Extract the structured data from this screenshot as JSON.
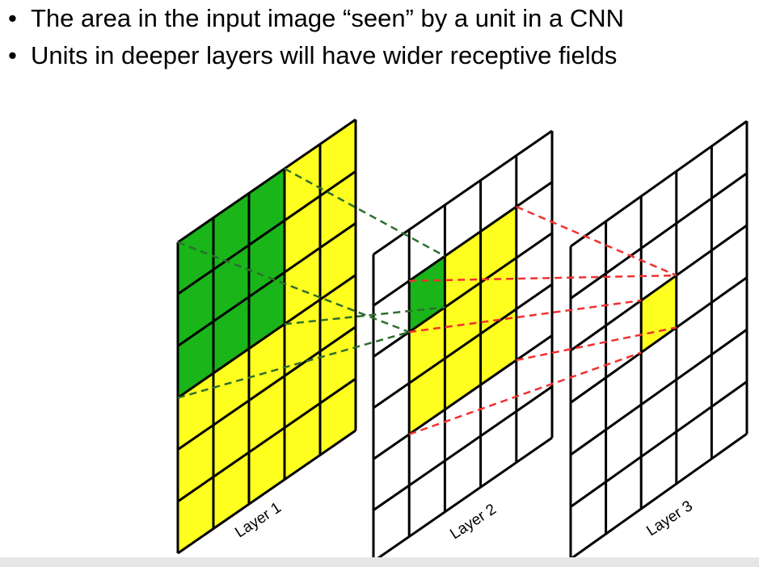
{
  "slide": {
    "bullets": [
      "The area in the input image “seen” by a unit in a CNN",
      "Units in deeper layers will have wider receptive fields"
    ]
  },
  "diagram": {
    "layers": [
      {
        "label": "Layer 1",
        "rows": 6,
        "cols": 5,
        "highlight_green": [
          [
            0,
            0
          ],
          [
            0,
            1
          ],
          [
            0,
            2
          ],
          [
            1,
            0
          ],
          [
            1,
            1
          ],
          [
            1,
            2
          ],
          [
            2,
            0
          ],
          [
            2,
            1
          ],
          [
            2,
            2
          ]
        ],
        "highlight_yellow": "all"
      },
      {
        "label": "Layer 2",
        "rows": 6,
        "cols": 5,
        "highlight_green": [
          [
            1,
            1
          ]
        ],
        "highlight_yellow": [
          [
            1,
            1
          ],
          [
            1,
            2
          ],
          [
            1,
            3
          ],
          [
            2,
            1
          ],
          [
            2,
            2
          ],
          [
            2,
            3
          ],
          [
            3,
            1
          ],
          [
            3,
            2
          ],
          [
            3,
            3
          ]
        ]
      },
      {
        "label": "Layer 3",
        "rows": 6,
        "cols": 5,
        "highlight_green": [],
        "highlight_yellow": [
          [
            2,
            2
          ]
        ]
      }
    ],
    "colors": {
      "green": "#19b519",
      "yellow": "#ffff1f",
      "grid_line": "#000000",
      "green_dash": "#2e6e2e",
      "red_dash": "#f23030"
    }
  }
}
